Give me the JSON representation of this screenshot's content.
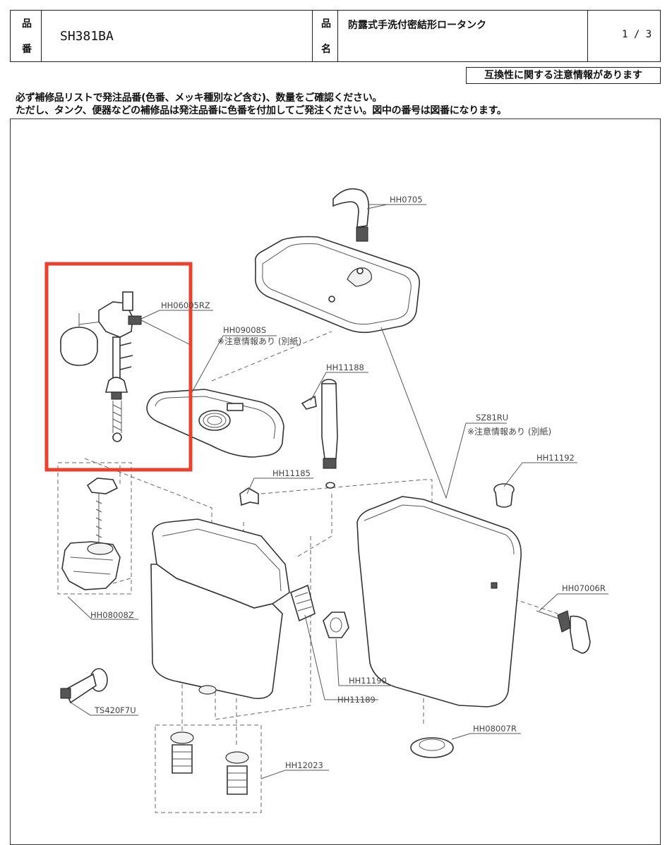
{
  "header": {
    "part_no_label": "品\n番",
    "part_no": "SH381BA",
    "product_label": "品\n名",
    "product_name": "防露式手洗付密結形ロータンク",
    "page": "1 / 3"
  },
  "notice": "互換性に関する注意情報があります",
  "instructions": [
    "必ず補修品リストで発注品番(色番、メッキ種別など含む)、数量をご確認ください。",
    "ただし、タンク、便器などの補修品は発注品番に色番を付加してご発注ください。図中の番号は図番になります。"
  ],
  "parts": {
    "faucet": "HH0705",
    "ball_tap": "HH06005RZ",
    "lid": "HH09008S",
    "lid_note": "※注意情報あり (別紙)",
    "spout": "HH11188",
    "tank": "SZ81RU",
    "tank_note": "※注意情報あり (別紙)",
    "clip": "HH11185",
    "bushing": "HH11192",
    "flush_valve": "HH08008Z",
    "lever": "HH07006R",
    "gasket_plate": "HH11190",
    "gasket": "HH11189",
    "stop_valve": "TS420F7U",
    "packing": "HH08007R",
    "bolts": "HH12023"
  },
  "highlight_color": "#e8412e"
}
